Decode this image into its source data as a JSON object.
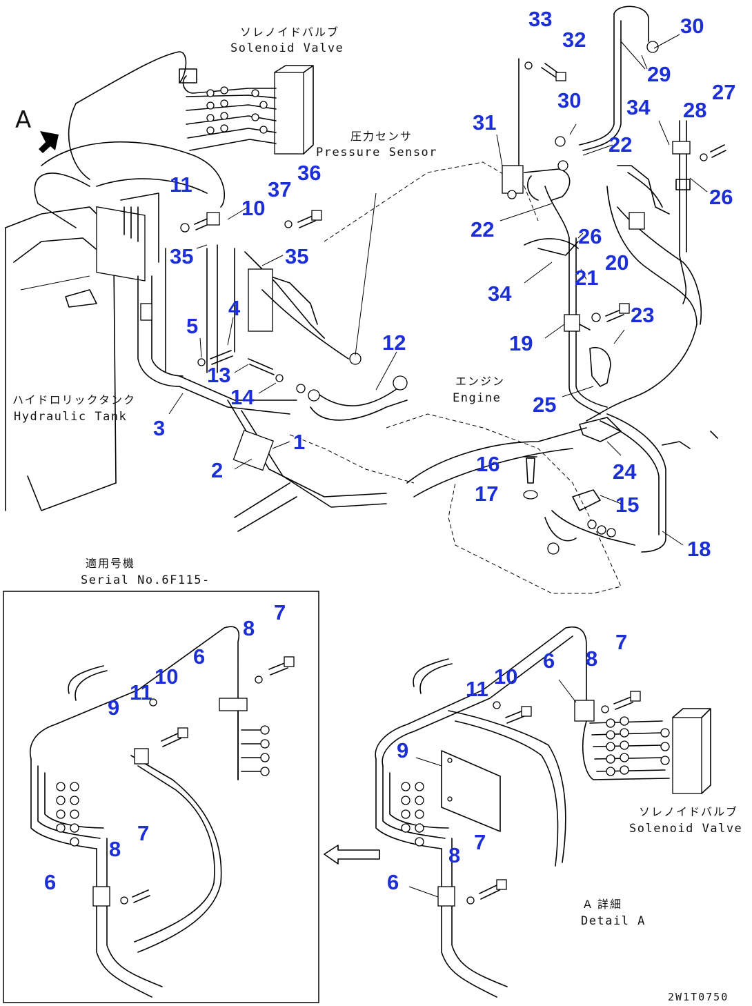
{
  "labels": {
    "solenoid_valve_top_jp": "ソレノイドバルブ",
    "solenoid_valve_top_en": "Solenoid Valve",
    "pressure_sensor_jp": "圧力センサ",
    "pressure_sensor_en": "Pressure Sensor",
    "hydraulic_tank_jp": "ハイドロリックタンク",
    "hydraulic_tank_en": "Hydraulic Tank",
    "engine_jp": "エンジン",
    "engine_en": "Engine",
    "serial_jp": "適用号機",
    "serial_en": "Serial No.6F115-",
    "solenoid_valve_detail_jp": "ソレノイドバルブ",
    "solenoid_valve_detail_en": "Solenoid Valve",
    "detail_jp": "A 詳細",
    "detail_en": "Detail A",
    "view_a": "A",
    "drawing_no": "2W1T0750"
  },
  "callouts": {
    "c33": "33",
    "c32": "32",
    "c30a": "30",
    "c29": "29",
    "c30b": "30",
    "c31": "31",
    "c34a": "34",
    "c28": "28",
    "c27": "27",
    "c22a": "22",
    "c26a": "26",
    "c22b": "22",
    "c26b": "26",
    "c34b": "34",
    "c21": "21",
    "c20": "20",
    "c23": "23",
    "c19": "19",
    "c25": "25",
    "c24": "24",
    "c16": "16",
    "c17": "17",
    "c15": "15",
    "c18": "18",
    "c11a": "11",
    "c10a": "10",
    "c37": "37",
    "c36": "36",
    "c35a": "35",
    "c35b": "35",
    "c4": "4",
    "c5": "5",
    "c13": "13",
    "c14": "14",
    "c12": "12",
    "c3": "3",
    "c2": "2",
    "c1": "1",
    "i8a": "8",
    "i7a": "7",
    "i6a": "6",
    "i10": "10",
    "i11": "11",
    "i9": "9",
    "i8b": "8",
    "i7b": "7",
    "i6b": "6",
    "d6a": "6",
    "d8a": "8",
    "d7a": "7",
    "d11": "11",
    "d10": "10",
    "d9": "9",
    "d8b": "8",
    "d7b": "7",
    "d6b": "6"
  }
}
